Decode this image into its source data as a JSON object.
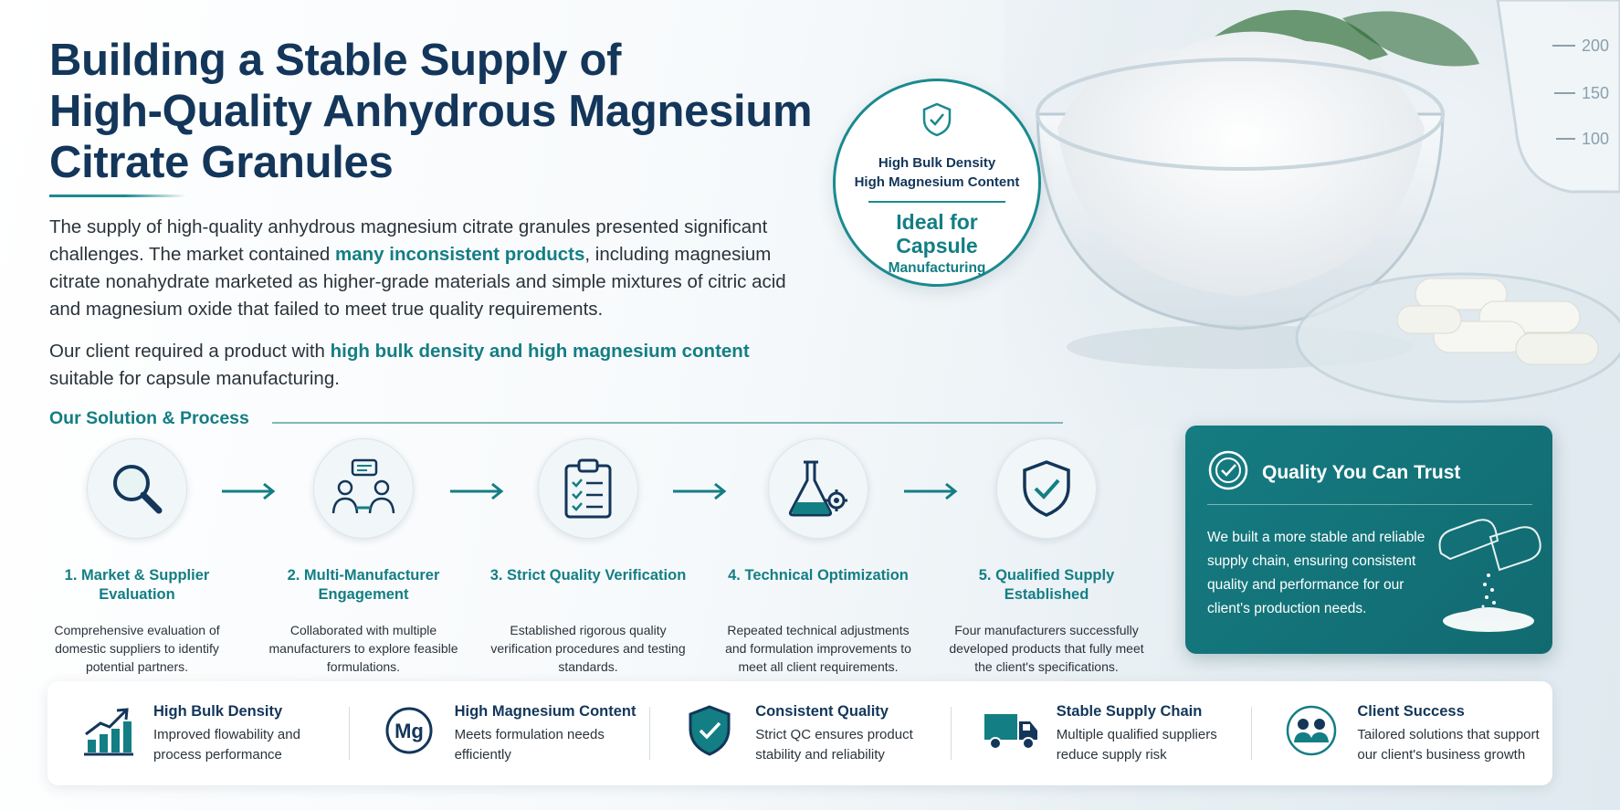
{
  "header": {
    "title_line1": "Building a Stable Supply of",
    "title_line2": "High-Quality Anhydrous Magnesium",
    "title_line3": "Citrate Granules"
  },
  "intro": {
    "p1_a": "The supply of high-quality anhydrous magnesium citrate granules presented significant challenges. The market contained ",
    "p1_highlight": "many inconsistent products",
    "p1_b": ", including magnesium citrate nonahydrate marketed as higher-grade materials and simple mixtures of citric acid and magnesium oxide that failed to meet true quality requirements.",
    "p2_a": "Our client required a product with ",
    "p2_highlight": "high bulk density and high magnesium content",
    "p2_b": " suitable for capsule manufacturing."
  },
  "badge": {
    "line1": "High Bulk Density",
    "line2": "High Magnesium Content",
    "big1": "Ideal for",
    "big2": "Capsule",
    "small": "Manufacturing",
    "icon": "shield-check-icon"
  },
  "hero": {
    "beaker_marks": [
      "200",
      "150",
      "100"
    ]
  },
  "process": {
    "title": "Our Solution & Process",
    "steps": [
      {
        "title": "1. Market & Supplier Evaluation",
        "desc": "Comprehensive evaluation of domestic suppliers to identify potential partners.",
        "icon": "magnifier-icon"
      },
      {
        "title": "2. Multi-Manufacturer Engagement",
        "desc": "Collaborated with multiple manufacturers to explore feasible formulations.",
        "icon": "people-chat-icon"
      },
      {
        "title": "3. Strict Quality Verification",
        "desc": "Established rigorous quality verification procedures and testing standards.",
        "icon": "clipboard-checklist-icon"
      },
      {
        "title": "4. Technical Optimization",
        "desc": "Repeated technical adjustments and formulation improvements to meet all client requirements.",
        "icon": "flask-gear-icon"
      },
      {
        "title": "5. Qualified Supply Established",
        "desc": "Four manufacturers successfully developed products that fully meet the client's specifications.",
        "icon": "shield-check-icon"
      }
    ]
  },
  "quality_card": {
    "title": "Quality You Can Trust",
    "text": "We built a more stable and reliable supply chain, ensuring consistent quality and performance for our client's production needs.",
    "icon": "check-badge-icon"
  },
  "benefits": [
    {
      "title": "High Bulk Density",
      "desc_1": "Improved flowability and",
      "desc_2": "process performance",
      "icon": "bar-chart-up-icon"
    },
    {
      "title": "High Magnesium Content",
      "desc_1": "Meets formulation needs",
      "desc_2": "efficiently",
      "icon": "mg-element-icon",
      "icon_text": "Mg"
    },
    {
      "title": "Consistent Quality",
      "desc_1": "Strict QC ensures product",
      "desc_2": "stability and reliability",
      "icon": "shield-check-icon"
    },
    {
      "title": "Stable Supply Chain",
      "desc_1": "Multiple qualified suppliers",
      "desc_2": "reduce supply risk",
      "icon": "truck-icon"
    },
    {
      "title": "Client Success",
      "desc_1": "Tailored solutions that support",
      "desc_2": "our client's business growth",
      "icon": "team-icon"
    }
  ],
  "colors": {
    "navy": "#13365a",
    "teal": "#137e84",
    "teal_card": "#157c82"
  }
}
